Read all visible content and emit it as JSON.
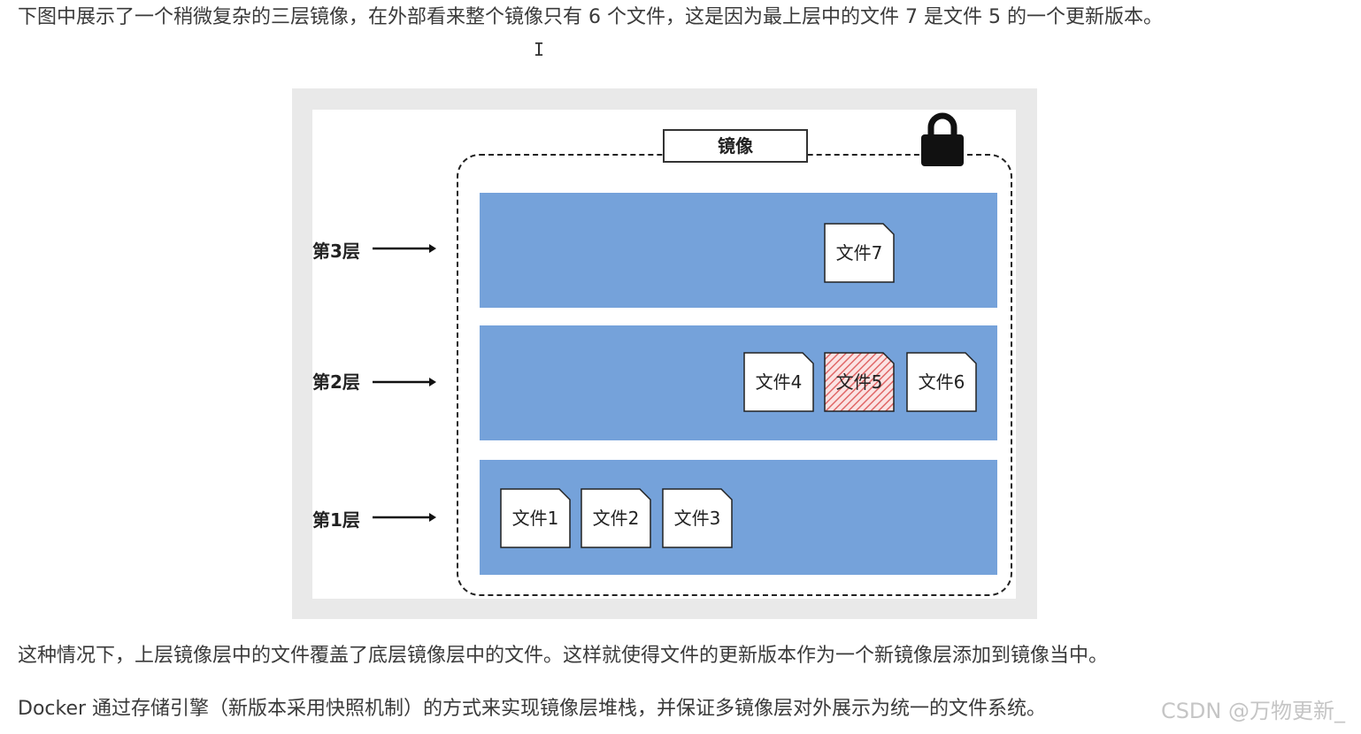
{
  "paragraphs": {
    "intro": "下图中展示了一个稍微复杂的三层镜像，在外部看来整个镜像只有 6 个文件，这是因为最上层中的文件 7 是文件 5 的一个更新版本。",
    "override": "这种情况下，上层镜像层中的文件覆盖了底层镜像层中的文件。这样就使得文件的更新版本作为一个新镜像层添加到镜像当中。",
    "docker": "Docker 通过存储引擎（新版本采用快照机制）的方式来实现镜像层堆栈，并保证多镜像层对外展示为统一的文件系统。"
  },
  "cursor": "I",
  "watermark": "CSDN @万物更新_",
  "figure": {
    "image_label": "镜像",
    "lock_icon": "lock-icon",
    "layers": [
      {
        "label": "第3层",
        "files": [
          "文件7"
        ]
      },
      {
        "label": "第2层",
        "files": [
          "文件4",
          "文件5",
          "文件6"
        ]
      },
      {
        "label": "第1层",
        "files": [
          "文件1",
          "文件2",
          "文件3"
        ]
      }
    ],
    "overridden_file": "文件5",
    "colors": {
      "layer_fill": "#75a2da",
      "frame_bg": "#e9e9e9",
      "hatch": "#e06666"
    }
  }
}
